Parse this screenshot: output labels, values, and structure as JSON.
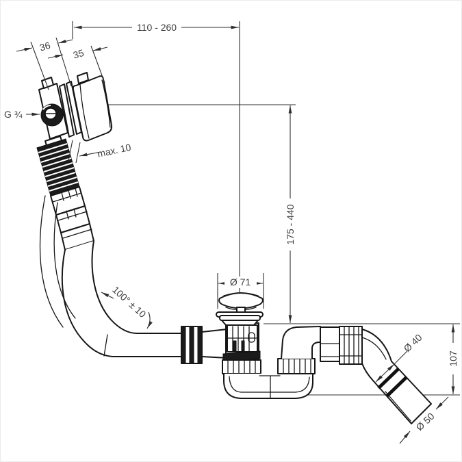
{
  "colors": {
    "background": "#ffffff",
    "object_line": "#161616",
    "dimension_line": "#2e2e2e",
    "text": "#3d3d3d"
  },
  "drawing": {
    "labels": {
      "width_range": "110 - 260",
      "body_depth": "36",
      "knob_depth": "35",
      "thread": "G ¾",
      "max_panel": "max. 10",
      "height_range": "175 - 440",
      "waste_diameter": "Ø 71",
      "hose_angle": "100° ± 10",
      "outlet_diameter": "Ø 40",
      "outlet_height": "107",
      "socket_diameter": "Ø 50"
    }
  }
}
